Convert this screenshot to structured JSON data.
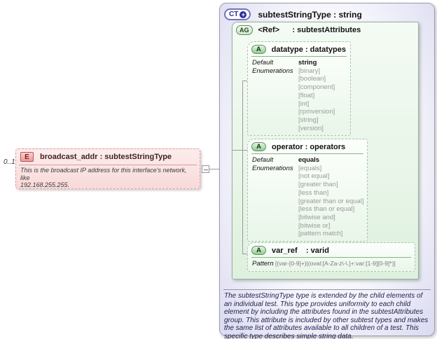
{
  "element": {
    "cardinality": "0..1",
    "badge": "E",
    "title": "broadcast_addr : subtestStringType",
    "annotation": [
      "This is the broadcast IP address for this interface's network, like",
      "192.168.255.255."
    ]
  },
  "complex_type": {
    "badge": "CT",
    "expand_icon": "+",
    "title": "subtestStringType : string",
    "attribute_group": {
      "badge": "AG",
      "title": "<Ref>      : subtestAttributes",
      "attributes": [
        {
          "badge": "A",
          "title": "datatype : datatypes",
          "rows": [
            {
              "label": "Default",
              "value": "string",
              "style": "default"
            },
            {
              "label": "Enumerations",
              "value": "[binary]",
              "style": "enum"
            },
            {
              "label": "",
              "value": "[boolean]",
              "style": "enum"
            },
            {
              "label": "",
              "value": "[component]",
              "style": "enum"
            },
            {
              "label": "",
              "value": "[float]",
              "style": "enum"
            },
            {
              "label": "",
              "value": "[int]",
              "style": "enum"
            },
            {
              "label": "",
              "value": "[rpmversion]",
              "style": "enum"
            },
            {
              "label": "",
              "value": "[string]",
              "style": "enum"
            },
            {
              "label": "",
              "value": "[version]",
              "style": "enum"
            }
          ]
        },
        {
          "badge": "A",
          "title": "operator : operators",
          "rows": [
            {
              "label": "Default",
              "value": "equals",
              "style": "default"
            },
            {
              "label": "Enumerations",
              "value": "[equals]",
              "style": "enum"
            },
            {
              "label": "",
              "value": "[not equal]",
              "style": "enum"
            },
            {
              "label": "",
              "value": "[greater than]",
              "style": "enum"
            },
            {
              "label": "",
              "value": "[less than]",
              "style": "enum"
            },
            {
              "label": "",
              "value": "[greater than or equal]",
              "style": "enum"
            },
            {
              "label": "",
              "value": "[less than or equal]",
              "style": "enum"
            },
            {
              "label": "",
              "value": "[bitwise and]",
              "style": "enum"
            },
            {
              "label": "",
              "value": "[bitwise or]",
              "style": "enum"
            },
            {
              "label": "",
              "value": "[pattern match]",
              "style": "enum"
            }
          ]
        },
        {
          "badge": "A",
          "title": "var_ref    : varid",
          "rows": [
            {
              "label": "Pattern",
              "value": "[(var-[0-9]+)|(oval:[A-Za-z\\-\\.]+:var:[1-9][0-9]*)]",
              "style": "pattern"
            }
          ]
        }
      ]
    },
    "documentation": "The subtestStringType type is extended by the child elements of an individual test.  This type provides uniformity to each child element by including the attributes found in the subtestAttributes group.  This attribute is included by other subtest types and makes the same list of attributes available to all children of a test.  This specific type describes simple string data."
  }
}
